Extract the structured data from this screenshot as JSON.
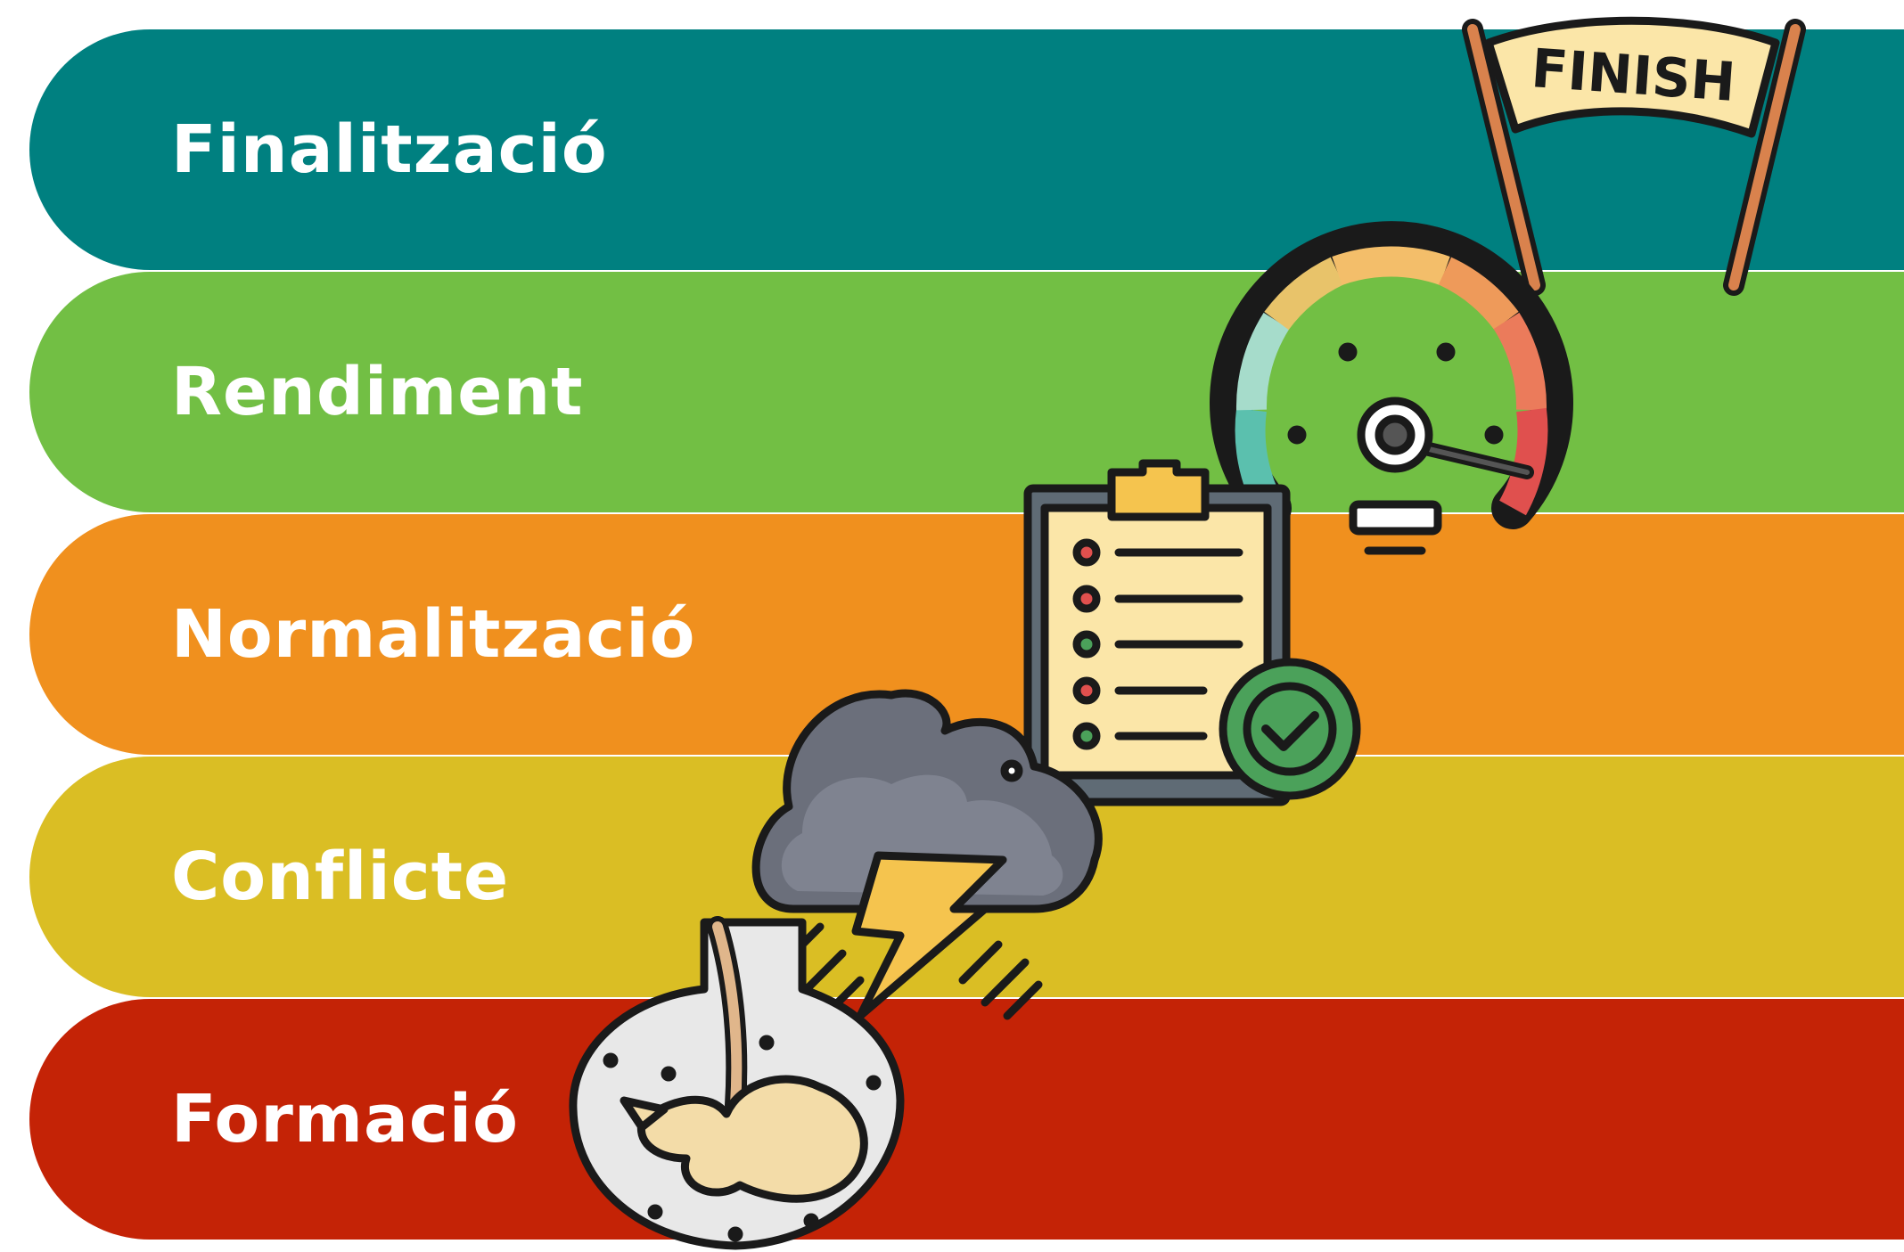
{
  "stages": [
    {
      "key": "finalitzacio",
      "label": "Finalització",
      "color": "#008080"
    },
    {
      "key": "rendiment",
      "label": "Rendiment",
      "color": "#72BF44"
    },
    {
      "key": "normalitzacio",
      "label": "Normalització",
      "color": "#F0901E"
    },
    {
      "key": "conflicte",
      "label": "Conflicte",
      "color": "#DABE24"
    },
    {
      "key": "formacio",
      "label": "Formació",
      "color": "#C42306"
    }
  ],
  "icons": {
    "finish_banner_text": "FINISH",
    "finish": "finish-banner-icon",
    "performance": "speedometer-icon",
    "norms": "clipboard-checklist-icon",
    "conflict": "storm-cloud-icon",
    "formation": "embryo-icon"
  }
}
